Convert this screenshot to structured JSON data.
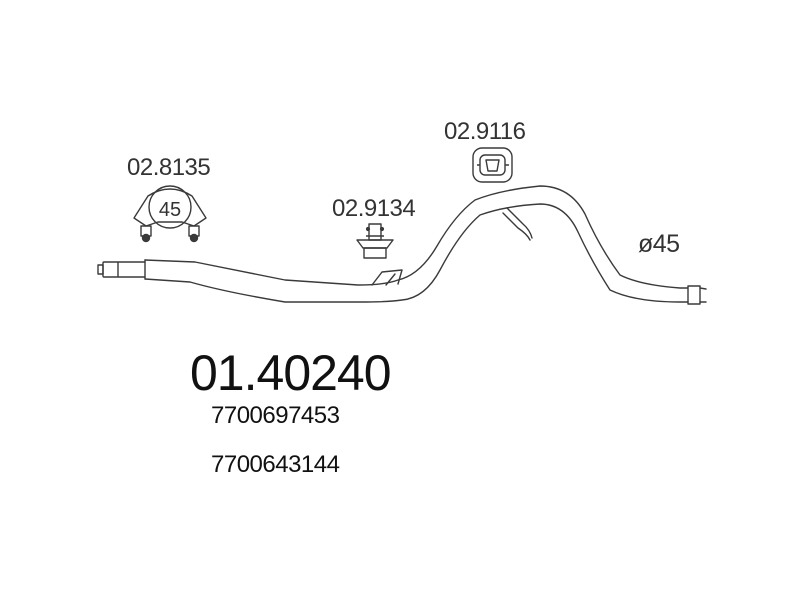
{
  "parts": {
    "clamp": {
      "ref": "02.8135",
      "diameter_mark": "45"
    },
    "mount_a": {
      "ref": "02.9134"
    },
    "mount_b": {
      "ref": "02.9116"
    }
  },
  "pipe": {
    "diameter_label": "ø45"
  },
  "product": {
    "number": "01.40240",
    "oem_numbers": [
      "7700697453",
      "7700643144"
    ]
  },
  "colors": {
    "line": "#3a3a3a",
    "text": "#222222",
    "background": "#ffffff"
  }
}
